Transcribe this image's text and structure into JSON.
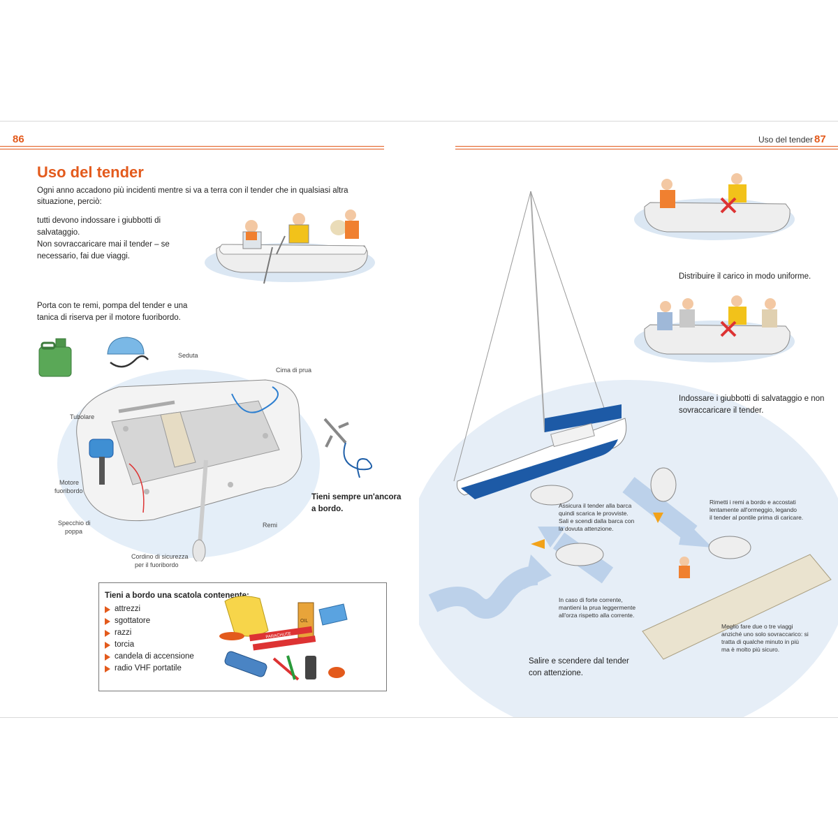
{
  "left_page": {
    "number": "86",
    "title": "Uso del tender",
    "intro": "Ogni anno accadono più incidenti mentre si va a terra con il tender che in qualsiasi altra situazione, perciò:",
    "safety_lines": [
      "tutti devono indossare i giubbotti di",
      "salvataggio.",
      "Non sovraccaricare mai il tender – se",
      "necessario, fai due viaggi."
    ],
    "carry_lines": [
      "Porta con te remi, pompa del tender e una",
      "tanica di riserva per il motore fuoribordo."
    ],
    "labels": {
      "seduta": "Seduta",
      "cima": "Cima di prua",
      "tubolare": "Tubolare",
      "motore": [
        "Motore",
        "fuoribordo"
      ],
      "specchio": [
        "Specchio di",
        "poppa"
      ],
      "cordino": [
        "Cordino di sicurezza",
        "per il fuoribordo"
      ],
      "remi": "Remi"
    },
    "anchor_lines": [
      "Tieni sempre un'ancora",
      "a bordo."
    ],
    "box": {
      "heading": "Tieni a bordo una scatola contenente:",
      "items": [
        "attrezzi",
        "sgottatore",
        "razzi",
        "torcia",
        "candela di accensione",
        "radio VHF portatile"
      ]
    },
    "box_flare_label": "PARACHUTE",
    "box_oil_label": "OIL"
  },
  "right_page": {
    "number": "87",
    "header": "Uso del tender",
    "caption1": "Distribuire il carico in modo uniforme.",
    "caption2": [
      "Indossare i giubbotti di salvataggio e non",
      "sovraccaricare il tender."
    ],
    "note_assicura": [
      "Assicura il tender alla barca",
      "quindi scarica le provviste.",
      "Sali e scendi dalla barca con",
      "la dovuta attenzione."
    ],
    "note_rimetti": [
      "Rimetti i remi a bordo e accostati",
      "lentamente all'ormeggio, legando",
      "il tender al pontile prima  di caricare."
    ],
    "note_corrente": [
      "In caso di forte corrente,",
      "mantieni la prua leggermente",
      "all'orza rispetto alla corrente."
    ],
    "note_meglio": [
      "Meglio fare due o tre viaggi",
      "anziché uno solo sovraccarico: si",
      "tratta di qualche minuto in più",
      "ma è molto più sicuro."
    ],
    "caption3": [
      "Salire e scendere dal tender",
      "con attenzione."
    ]
  },
  "colors": {
    "accent": "#e35a1c",
    "water": "#dbe7f3",
    "hull_blue": "#1d5aa6",
    "arrow_blue": "#bcd1ea",
    "arrow_orange": "#f2a21a"
  }
}
